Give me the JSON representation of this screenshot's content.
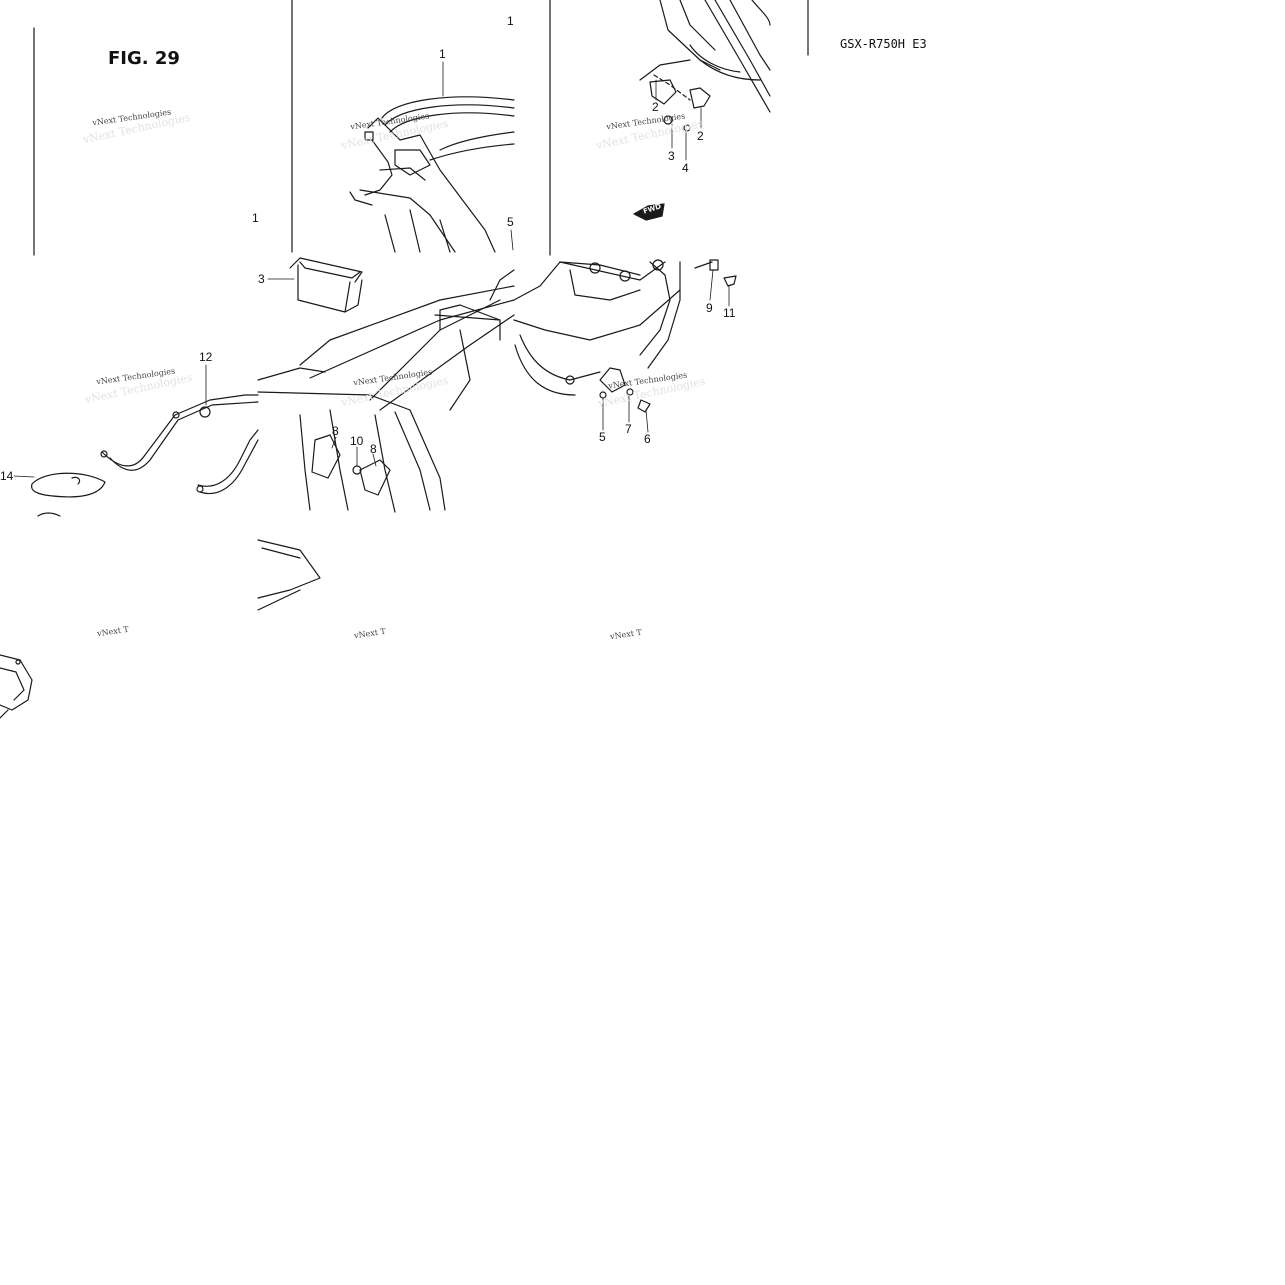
{
  "figure": {
    "title": "FIG. 29",
    "model": "GSX-R750H  E3"
  },
  "callouts": [
    {
      "id": "c1",
      "text": "1"
    },
    {
      "id": "c2",
      "text": "1"
    },
    {
      "id": "c3",
      "text": "1"
    },
    {
      "id": "c4",
      "text": "2"
    },
    {
      "id": "c5",
      "text": "2"
    },
    {
      "id": "c6",
      "text": "3"
    },
    {
      "id": "c7",
      "text": "4"
    },
    {
      "id": "c8",
      "text": "3"
    },
    {
      "id": "c9",
      "text": "5"
    },
    {
      "id": "c10",
      "text": "9"
    },
    {
      "id": "c11",
      "text": "11"
    },
    {
      "id": "c12",
      "text": "12"
    },
    {
      "id": "c13",
      "text": "8"
    },
    {
      "id": "c14",
      "text": "10"
    },
    {
      "id": "c15",
      "text": "8"
    },
    {
      "id": "c16",
      "text": "5"
    },
    {
      "id": "c17",
      "text": "7"
    },
    {
      "id": "c18",
      "text": "6"
    },
    {
      "id": "c19",
      "text": "14"
    }
  ],
  "fwd_label": "FWD",
  "watermarks": {
    "full": "vNext Technologies",
    "partial": "vNext T"
  },
  "colors": {
    "line": "#1a1a1a",
    "watermark": "#444444",
    "background": "#ffffff"
  }
}
